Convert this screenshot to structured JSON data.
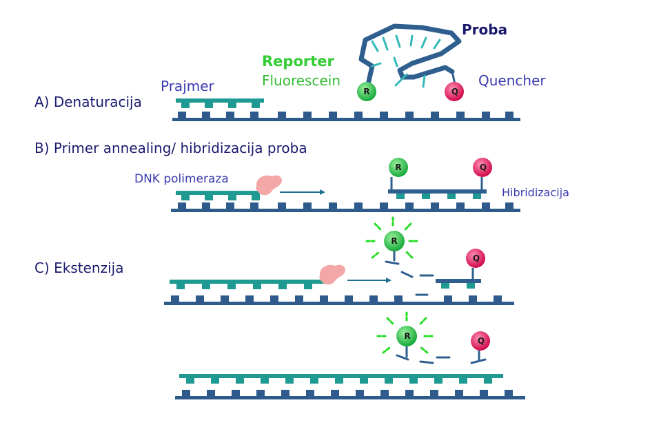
{
  "labels": {
    "step_a": "A) Denaturacija",
    "step_b": "B) Primer annealing/ hibridizacija proba",
    "step_c": "C) Ekstenzija",
    "prajmer": "Prajmer",
    "reporter": "Reporter",
    "fluorescein": "Fluorescein",
    "proba": "Proba",
    "quencher": "Quencher",
    "dnk_polimeraza": "DNK polimeraza",
    "hibridizacija": "Hibridizacija"
  },
  "markers": {
    "reporter_letter": "R",
    "quencher_letter": "Q"
  },
  "colors": {
    "template_strand": "#2e5b8c",
    "primer_strand": "#1f9a92",
    "probe": "#2f5f8f",
    "probe_teeth": "#33b8b8",
    "reporter_ball": "#22c24a",
    "quencher_ball": "#e0104e",
    "polymerase": "#f3a7a7",
    "fluorescence": "#22dd22"
  }
}
